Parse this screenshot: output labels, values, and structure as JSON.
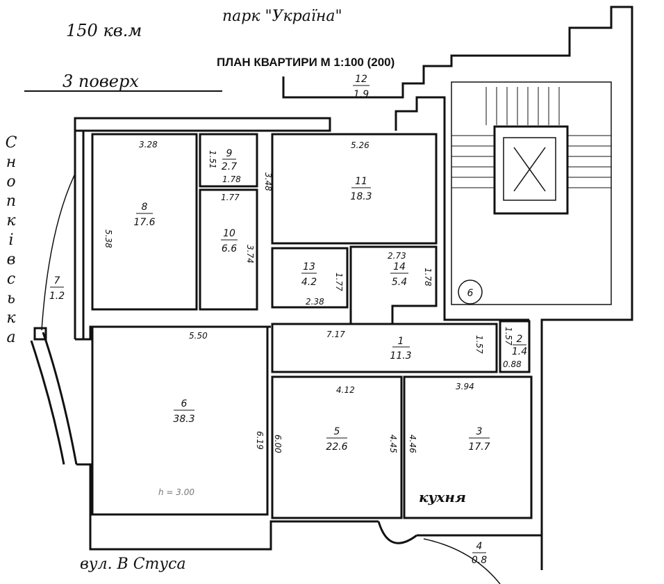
{
  "header": {
    "area": "150 кв.м",
    "park": "парк \"Україна\"",
    "title": "ПЛАН КВАРТИРИ М 1:100 (200)",
    "floor": "3 поверх"
  },
  "streets": {
    "left": [
      "С",
      "н",
      "о",
      "п",
      "к",
      "і",
      "в",
      "с",
      "ь",
      "к",
      "а"
    ],
    "bottom": "вул. В Стуса"
  },
  "kitchen_label": "кухня",
  "stair_marker": "6",
  "height_note": "h = 3.00",
  "rooms": [
    {
      "no": "1",
      "area": "11.3",
      "dims": [
        "7.17",
        "1.57"
      ]
    },
    {
      "no": "2",
      "area": "1.4",
      "dims": [
        "1.57",
        "0.88"
      ]
    },
    {
      "no": "3",
      "area": "17.7",
      "dims": [
        "3.94",
        "4.46"
      ]
    },
    {
      "no": "4",
      "area": "0.8",
      "dims": []
    },
    {
      "no": "5",
      "area": "22.6",
      "dims": [
        "4.12",
        "6.00",
        "4.45"
      ]
    },
    {
      "no": "6",
      "area": "38.3",
      "dims": [
        "5.50",
        "6.19"
      ]
    },
    {
      "no": "7",
      "area": "1.2",
      "dims": []
    },
    {
      "no": "8",
      "area": "17.6",
      "dims": [
        "3.28",
        "5.38"
      ]
    },
    {
      "no": "9",
      "area": "2.7",
      "dims": [
        "1.51",
        "1.78"
      ]
    },
    {
      "no": "10",
      "area": "6.6",
      "dims": [
        "1.77",
        "3.74"
      ]
    },
    {
      "no": "11",
      "area": "18.3",
      "dims": [
        "5.26",
        "3.48"
      ]
    },
    {
      "no": "12",
      "area": "1.9",
      "dims": []
    },
    {
      "no": "13",
      "area": "4.2",
      "dims": [
        "2.38",
        "1.77"
      ]
    },
    {
      "no": "14",
      "area": "5.4",
      "dims": [
        "2.73",
        "1.78"
      ]
    }
  ]
}
